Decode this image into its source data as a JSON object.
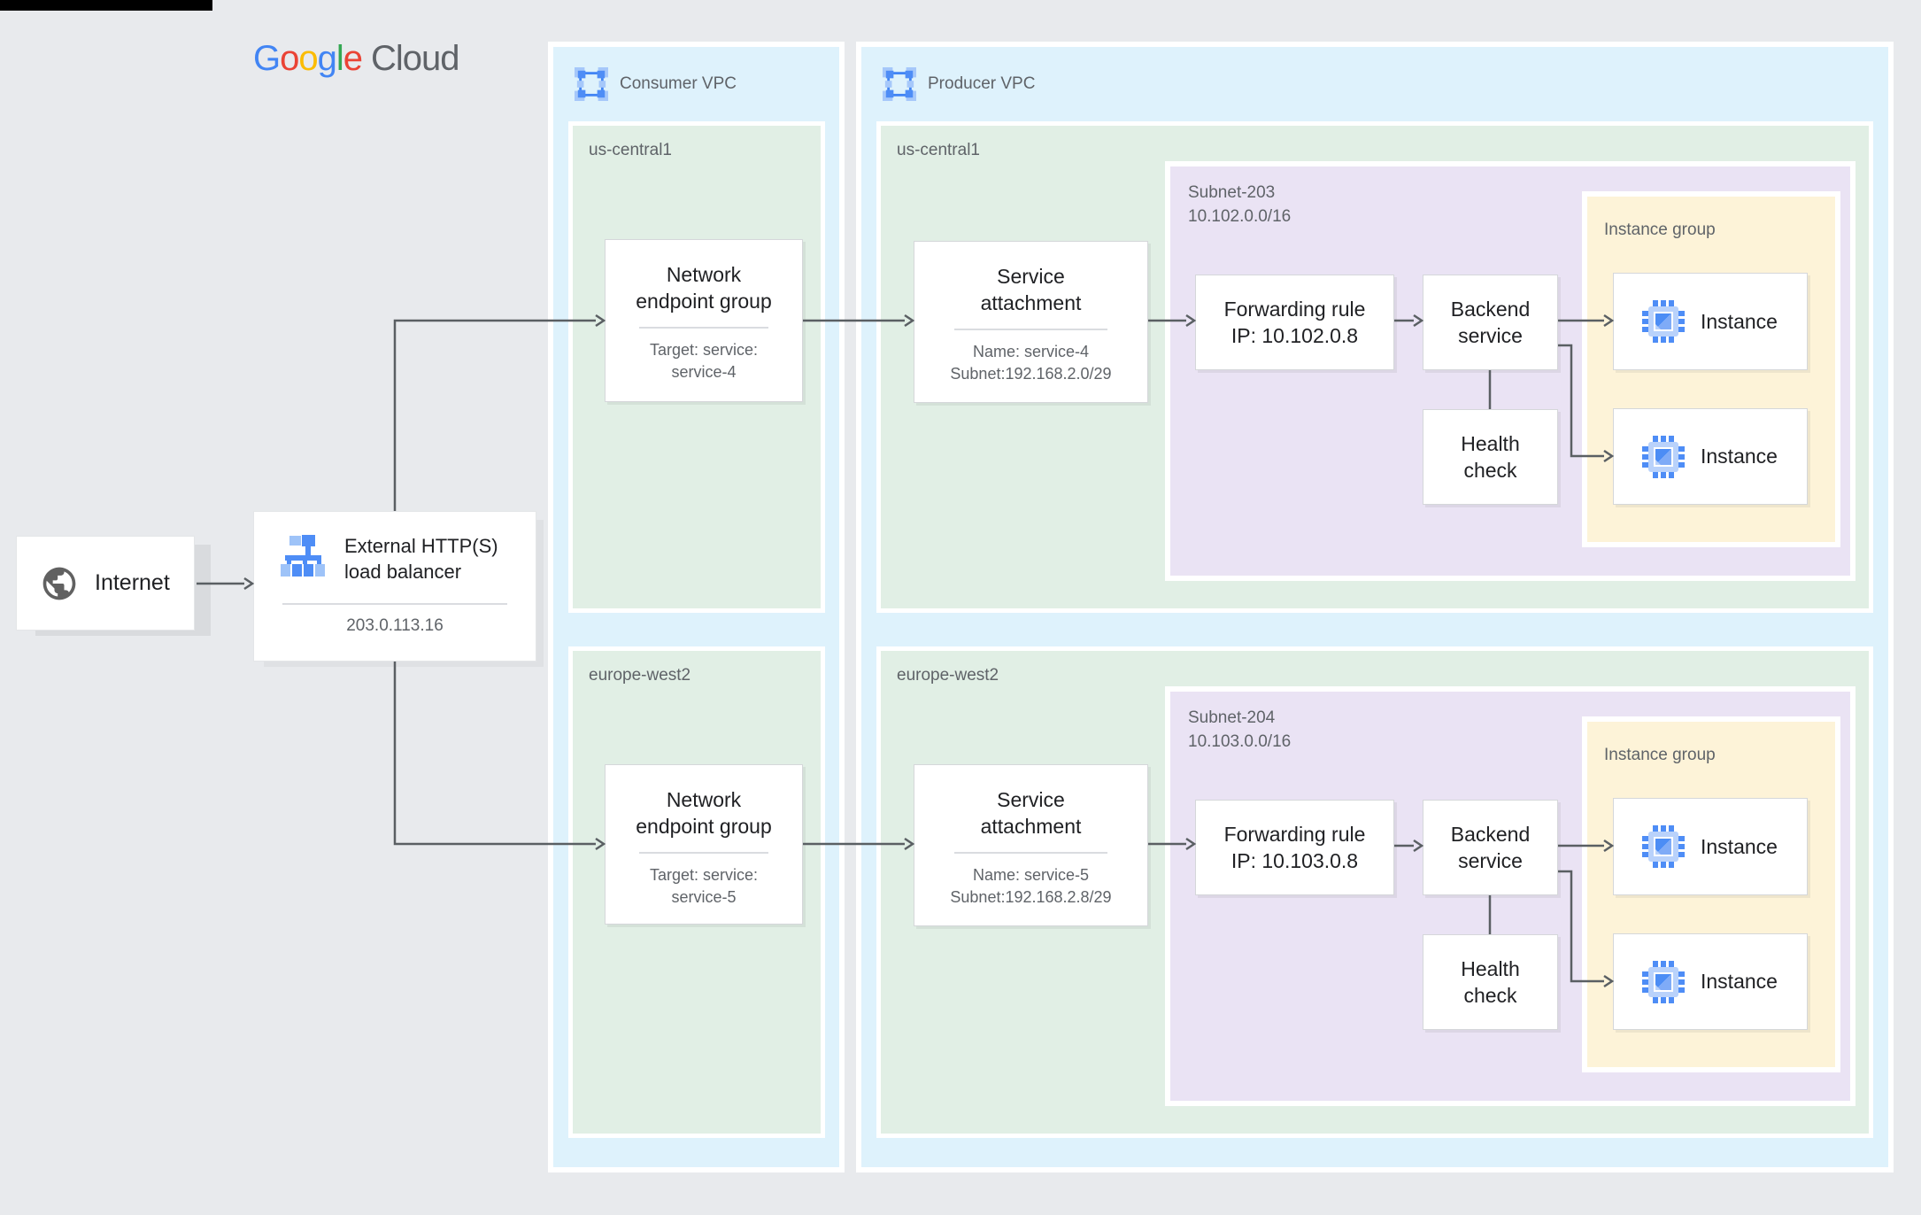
{
  "brand": {
    "letters": [
      {
        "ch": "G",
        "color": "#4285F4"
      },
      {
        "ch": "o",
        "color": "#EA4335"
      },
      {
        "ch": "o",
        "color": "#FBBC04"
      },
      {
        "ch": "g",
        "color": "#4285F4"
      },
      {
        "ch": "l",
        "color": "#34A853"
      },
      {
        "ch": "e",
        "color": "#EA4335"
      }
    ],
    "suffix": "Cloud",
    "suffix_color": "#5f6368"
  },
  "internet": {
    "label": "Internet"
  },
  "load_balancer": {
    "title_lines": [
      "External HTTP(S)",
      "load balancer"
    ],
    "ip": "203.0.113.16"
  },
  "consumer_vpc": {
    "title": "Consumer VPC",
    "regions": [
      {
        "name": "us-central1",
        "neg": {
          "title_lines": [
            "Network",
            "endpoint group"
          ],
          "sub_lines": [
            "Target: service:",
            "service-4"
          ]
        }
      },
      {
        "name": "europe-west2",
        "neg": {
          "title_lines": [
            "Network",
            "endpoint group"
          ],
          "sub_lines": [
            "Target: service:",
            "service-5"
          ]
        }
      }
    ]
  },
  "producer_vpc": {
    "title": "Producer VPC",
    "regions": [
      {
        "name": "us-central1",
        "service_attachment": {
          "title_lines": [
            "Service",
            "attachment"
          ],
          "sub_lines": [
            "Name: service-4",
            "Subnet:192.168.2.0/29"
          ]
        },
        "subnet": {
          "label_lines": [
            "Subnet-203",
            "10.102.0.0/16"
          ]
        },
        "forwarding_rule": {
          "lines": [
            "Forwarding rule",
            "IP: 10.102.0.8"
          ]
        },
        "backend_service": {
          "lines": [
            "Backend",
            "service"
          ]
        },
        "health_check": {
          "lines": [
            "Health",
            "check"
          ]
        },
        "instance_group": {
          "title": "Instance group",
          "instances": [
            {
              "label": "Instance"
            },
            {
              "label": "Instance"
            }
          ]
        }
      },
      {
        "name": "europe-west2",
        "service_attachment": {
          "title_lines": [
            "Service",
            "attachment"
          ],
          "sub_lines": [
            "Name: service-5",
            "Subnet:192.168.2.8/29"
          ]
        },
        "subnet": {
          "label_lines": [
            "Subnet-204",
            "10.103.0.0/16"
          ]
        },
        "forwarding_rule": {
          "lines": [
            "Forwarding rule",
            "IP: 10.103.0.8"
          ]
        },
        "backend_service": {
          "lines": [
            "Backend",
            "service"
          ]
        },
        "health_check": {
          "lines": [
            "Health",
            "check"
          ]
        },
        "instance_group": {
          "title": "Instance group",
          "instances": [
            {
              "label": "Instance"
            },
            {
              "label": "Instance"
            }
          ]
        }
      }
    ]
  },
  "colors": {
    "background": "#e8eaed",
    "vpc_panel": "#def2fc",
    "region_green": "#e1efe5",
    "subnet_purple": "#eae3f4",
    "instance_group_yellow": "#fdf3d8",
    "connector_gray": "#5a5f63",
    "primary_text": "#202124",
    "secondary_text": "#5f6368",
    "icon_blue": "#4285F4",
    "icon_light_blue": "#a6c8fa"
  }
}
